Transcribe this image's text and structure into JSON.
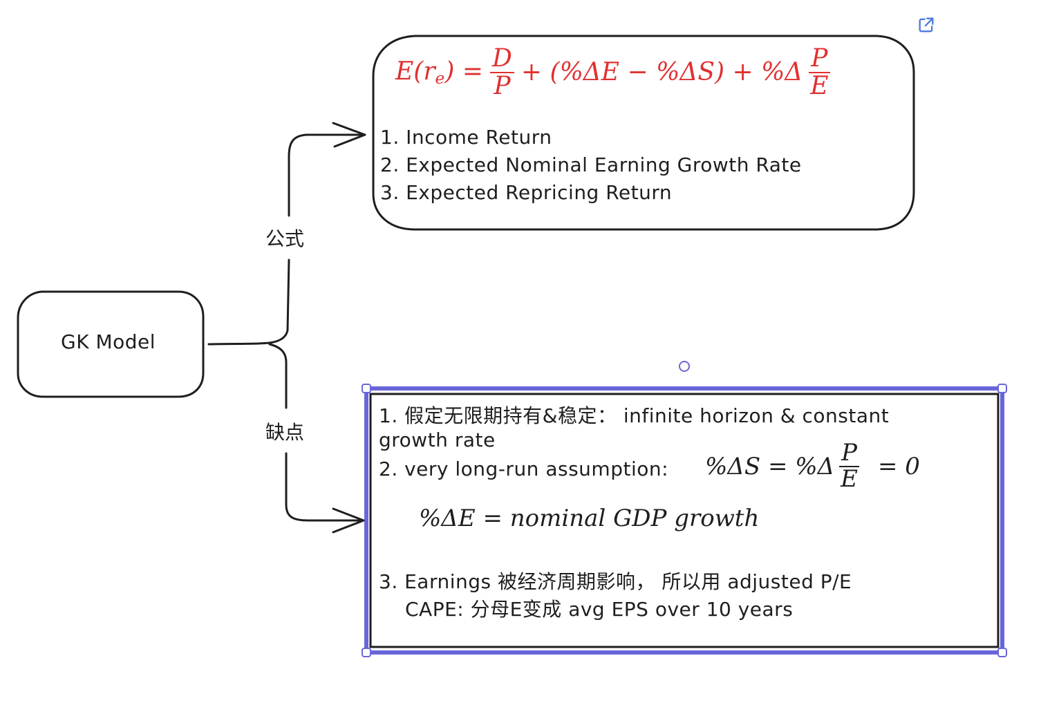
{
  "root": {
    "label": "GK Model"
  },
  "branches": [
    {
      "label": "公式"
    },
    {
      "label": "缺点"
    }
  ],
  "formula_box": {
    "formula": {
      "lhs": "E(r",
      "lhs_sub": "e",
      "lhs_close": ") =",
      "frac1_num": "D",
      "frac1_den": "P",
      "middle": "+ (%ΔE − %ΔS) + %Δ",
      "frac2_num": "P",
      "frac2_den": "E"
    },
    "items": [
      "1. Income Return",
      "2. Expected Nominal Earning Growth Rate",
      "3. Expected Repricing Return"
    ]
  },
  "drawbacks_box": {
    "line1": "1. 假定无限期持有&稳定： infinite horizon & constant",
    "line1b": "growth rate",
    "line2": "2.  very long-run assumption:",
    "eq1_left": "%ΔS = %Δ",
    "eq1_num": "P",
    "eq1_den": "E",
    "eq1_right": "= 0",
    "eq2": "%ΔE = nominal GDP growth",
    "line3": "3. Earnings 被经济周期影响， 所以用 adjusted P/E",
    "line3b": "CAPE: 分母E变成 avg EPS over 10 years"
  },
  "colors": {
    "stroke": "#1e1e1e",
    "formula": "#e03131",
    "selection": "#6965db"
  },
  "icons": [
    "external-link-icon",
    "rotation-handle-icon"
  ]
}
